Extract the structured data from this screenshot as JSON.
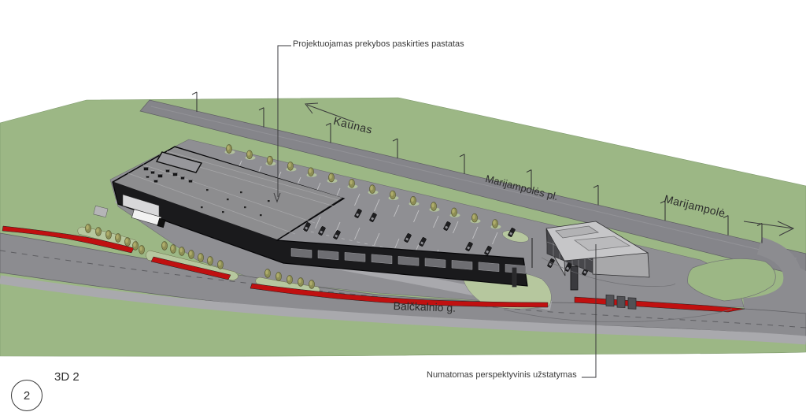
{
  "scene": {
    "type": "3d-site-visualization",
    "description": "Aerial 3D view of proposed retail building with parking, roads and future development"
  },
  "annotations": {
    "proposed_building": "Projektuojamas prekybos paskirties pastatas",
    "future_development": "Numatomas perspektyvinis užstatymas"
  },
  "roads": {
    "direction_left": "Kaunas",
    "highway_name": "Marijampolės pl.",
    "direction_right": "Marijampolė",
    "street_name": "Balčkalnio g."
  },
  "view": {
    "number": "2",
    "label": "3D 2"
  },
  "colors": {
    "grass": "#9CB785",
    "island": "#B6C79E",
    "highway": "#85858A",
    "road": "#8C8C90",
    "paving": "#8F8F93",
    "sidewalk": "#A9A9AD",
    "red": "#C01010",
    "building": "#1A1A1C",
    "roof": "#8D8D8F",
    "tree": "#8D8E55",
    "tree_dark": "#55562F",
    "tree_light": "#B9B671",
    "future": "#B3B3B5",
    "glass": "#47474B",
    "text": "#3A3A3A"
  }
}
